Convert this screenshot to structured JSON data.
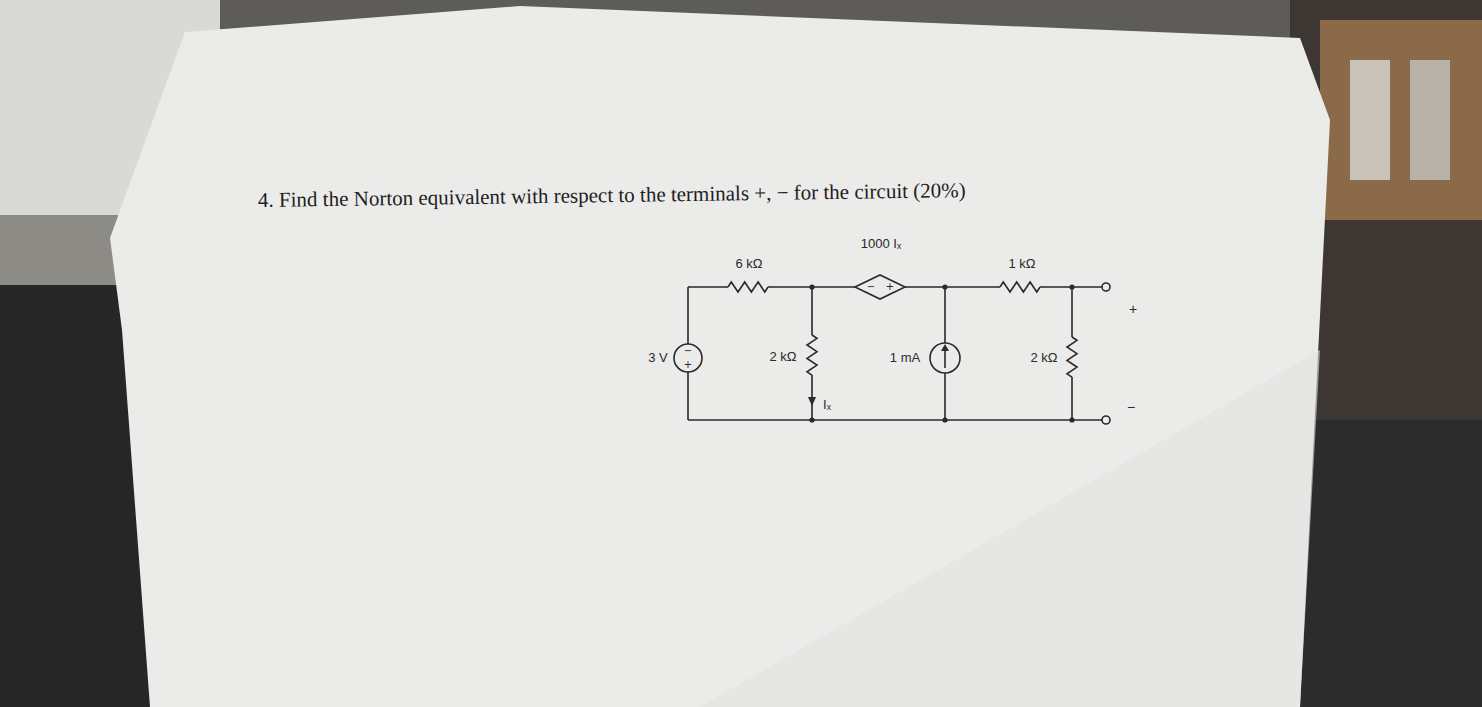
{
  "diagram": {
    "title": "4. Find the Norton equivalent with respect to the terminals +, − for the circuit (20%)",
    "labels": [
      "1000 Iₓ",
      "6 kΩ",
      "1 kΩ",
      "3 V",
      "2 kΩ",
      "1 mA",
      "2 kΩ",
      "Iₓ",
      "+",
      "−",
      "−",
      "+",
      "−",
      "+"
    ]
  }
}
